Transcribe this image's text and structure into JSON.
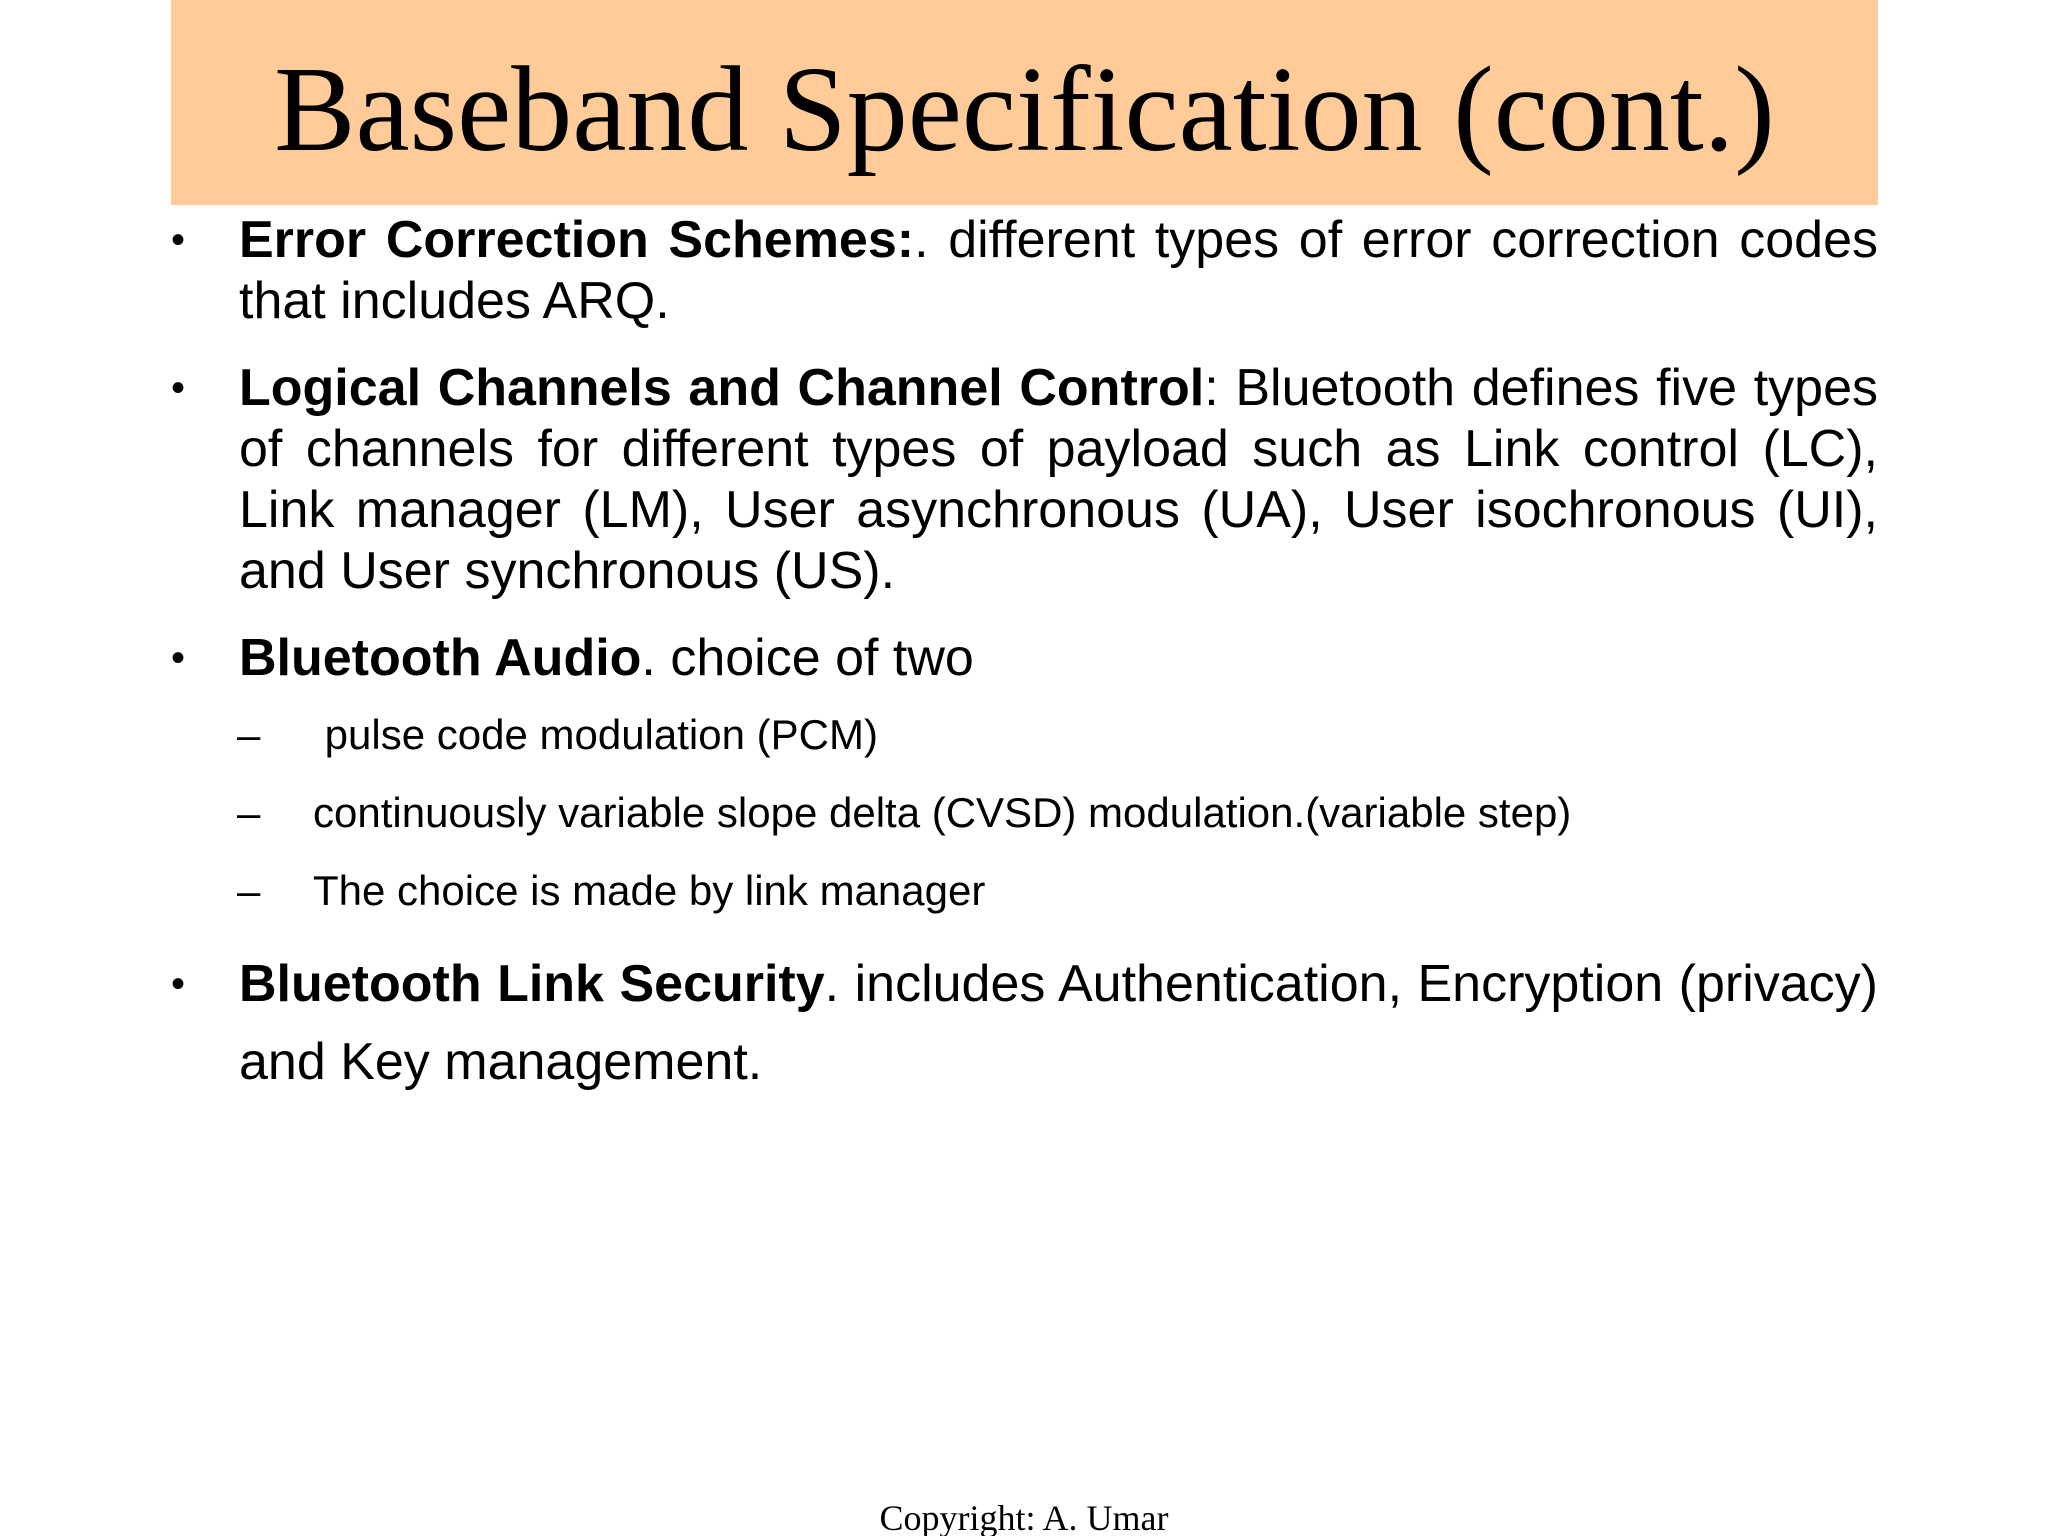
{
  "slide": {
    "title": "Baseband Specification (cont.)",
    "bullet_symbol": "•",
    "sub_symbol": "–",
    "items": [
      {
        "term": "Error Correction Schemes:",
        "text": ". different types of error correction codes that includes ARQ."
      },
      {
        "term": "Logical Channels and Channel Control",
        "text": ":  Bluetooth defines five types of channels for different types of payload such as Link control (LC), Link manager (LM), User asynchronous (UA), User isochronous (UI), and User synchronous (US)."
      },
      {
        "term": "Bluetooth Audio",
        "text": ". choice of two",
        "subitems": [
          " pulse code modulation (PCM)",
          "continuously variable slope delta (CVSD) modulation.(variable step)",
          "The choice is made by link manager"
        ]
      },
      {
        "term": "Bluetooth Link Security",
        "text": ". includes Authentication, Encryption (privacy) and Key management."
      }
    ],
    "footer": "Copyright: A. Umar"
  },
  "colors": {
    "title_band": "#ffcc99",
    "text": "#000000",
    "background": "#ffffff"
  }
}
